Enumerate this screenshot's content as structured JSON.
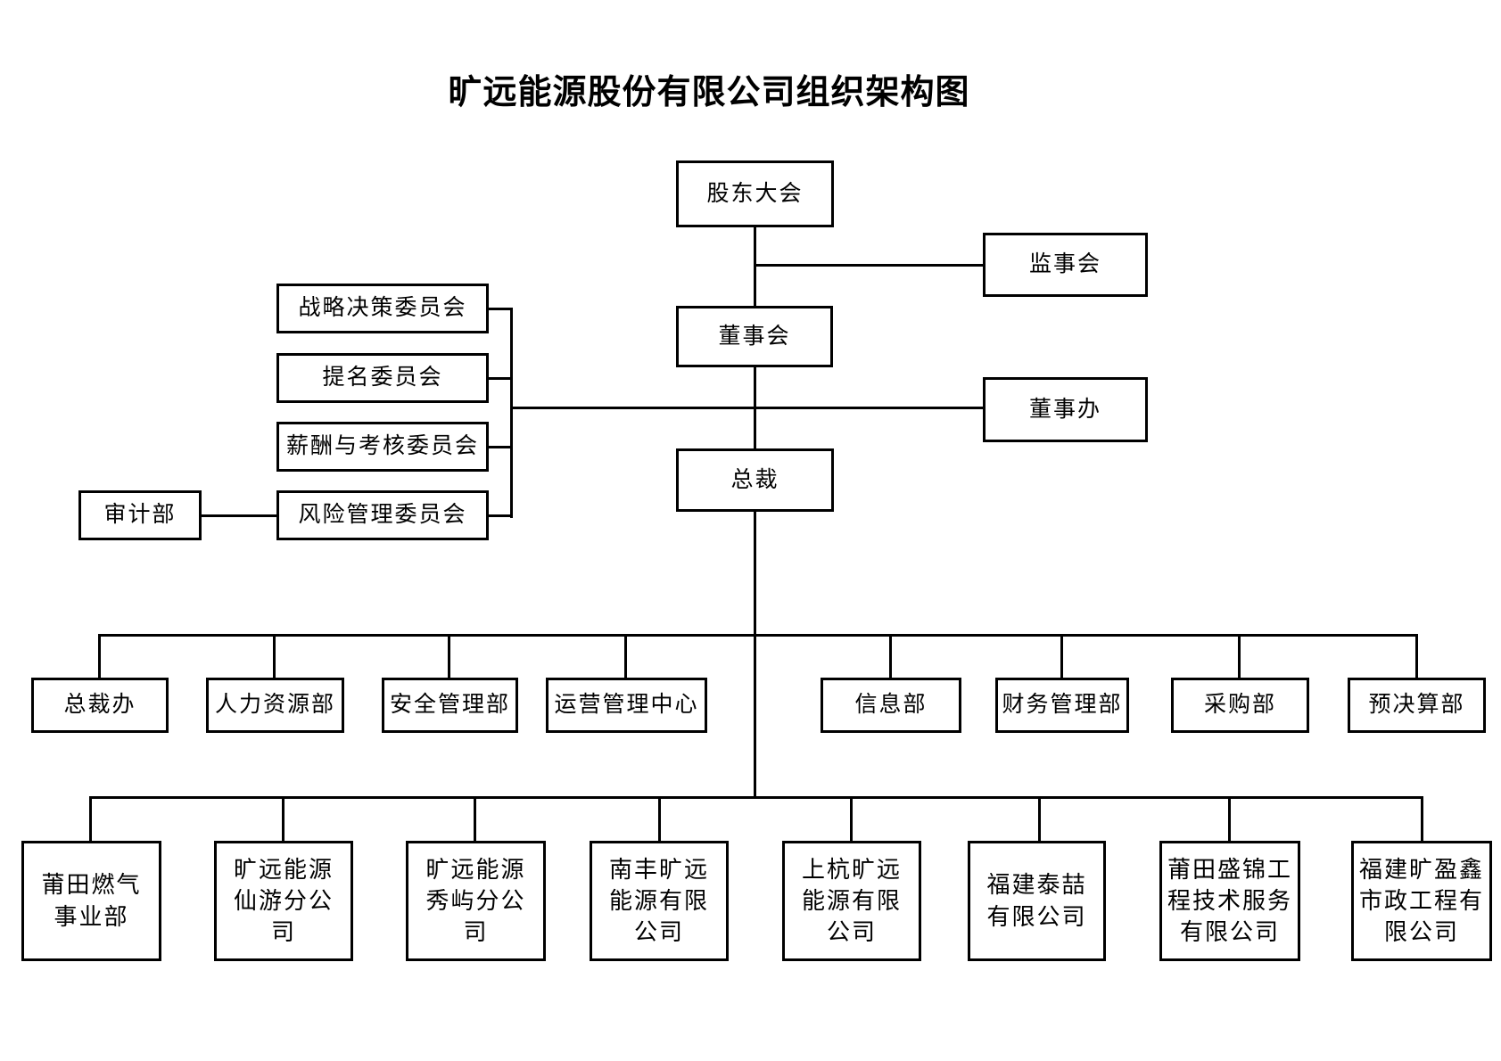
{
  "title": "旷远能源股份有限公司组织架构图",
  "nodes": {
    "shareholders_meeting": "股东大会",
    "supervisory_board": "监事会",
    "board_of_directors": "董事会",
    "board_office": "董事办",
    "president": "总裁",
    "strategy_committee": "战略决策委员会",
    "nomination_committee": "提名委员会",
    "remuneration_committee": "薪酬与考核委员会",
    "risk_committee": "风险管理委员会",
    "audit_department": "审计部"
  },
  "departments": [
    "总裁办",
    "人力资源部",
    "安全管理部",
    "运营管理中心",
    "信息部",
    "财务管理部",
    "采购部",
    "预决算部"
  ],
  "subsidiaries": [
    "莆田燃气事业部",
    "旷远能源仙游分公司",
    "旷远能源秀屿分公司",
    "南丰旷远能源有限公司",
    "上杭旷远能源有限公司",
    "福建泰喆有限公司",
    "莆田盛锦工程技术服务有限公司",
    "福建旷盈鑫市政工程有限公司"
  ]
}
